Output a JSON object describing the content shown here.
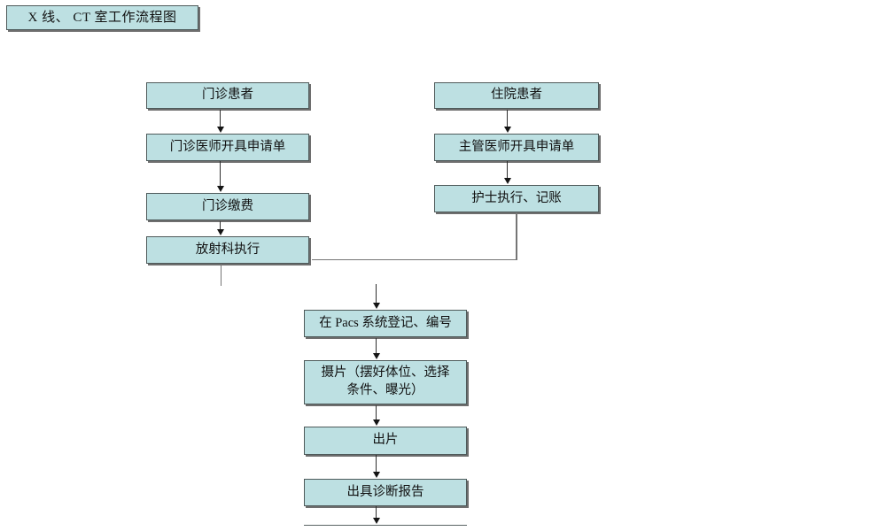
{
  "title": "X 线、 CT 室工作流程图",
  "flow": {
    "outpatient_branch": {
      "patient": "门诊患者",
      "doctor_order": "门诊医师开具申请单",
      "payment": "门诊缴费",
      "radiology_execute": "放射科执行"
    },
    "inpatient_branch": {
      "patient": "住院患者",
      "doctor_order": "主管医师开具申请单",
      "nurse_execute": "护士执行、记账"
    },
    "common_path": {
      "pacs_register": "在 Pacs 系统登记、编号",
      "filming_line1": "摄片（摆好体位、选择",
      "filming_line2": "条件、曝光）",
      "film_out": "出片",
      "report": "出具诊断报告"
    }
  },
  "colors": {
    "box_fill": "#bde0e2",
    "box_border": "#4e5a5a",
    "box_shadow": "#6e6e6e",
    "connector_line": "#757575",
    "arrow": "#141414",
    "text": "#111111",
    "background": "#ffffff"
  }
}
